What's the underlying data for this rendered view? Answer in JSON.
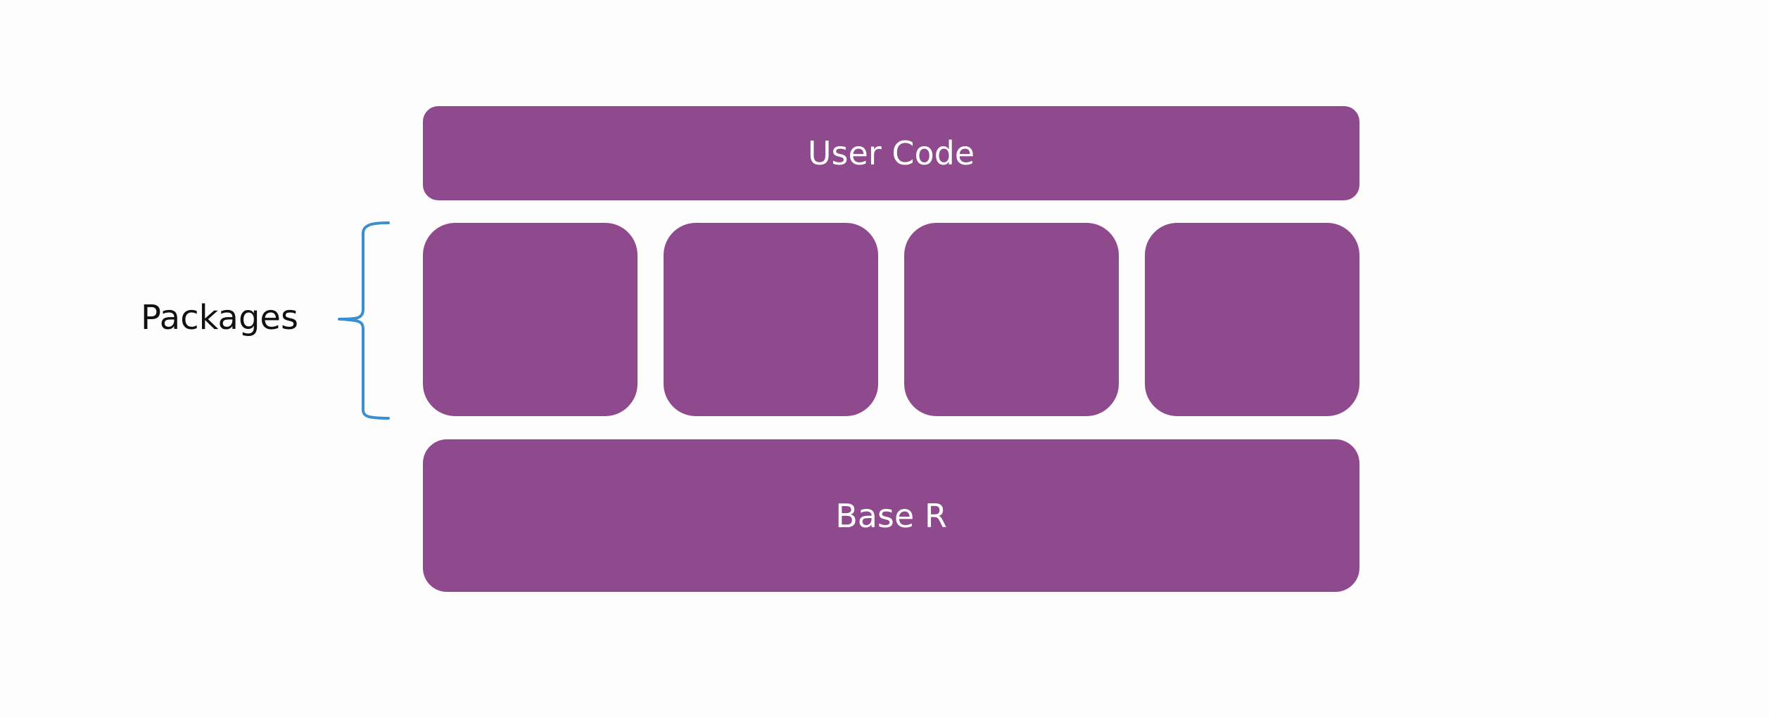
{
  "diagram": {
    "top_layer": {
      "label": "User Code"
    },
    "packages_label": "Packages",
    "package_blocks": [
      "",
      "",
      "",
      ""
    ],
    "bottom_layer": {
      "label": "Base R"
    },
    "colors": {
      "block": "#8f4a8e",
      "block_text": "#ffffff",
      "brace": "#3a8fd0",
      "label_text": "#111111",
      "background": "#fdfdfe"
    }
  }
}
